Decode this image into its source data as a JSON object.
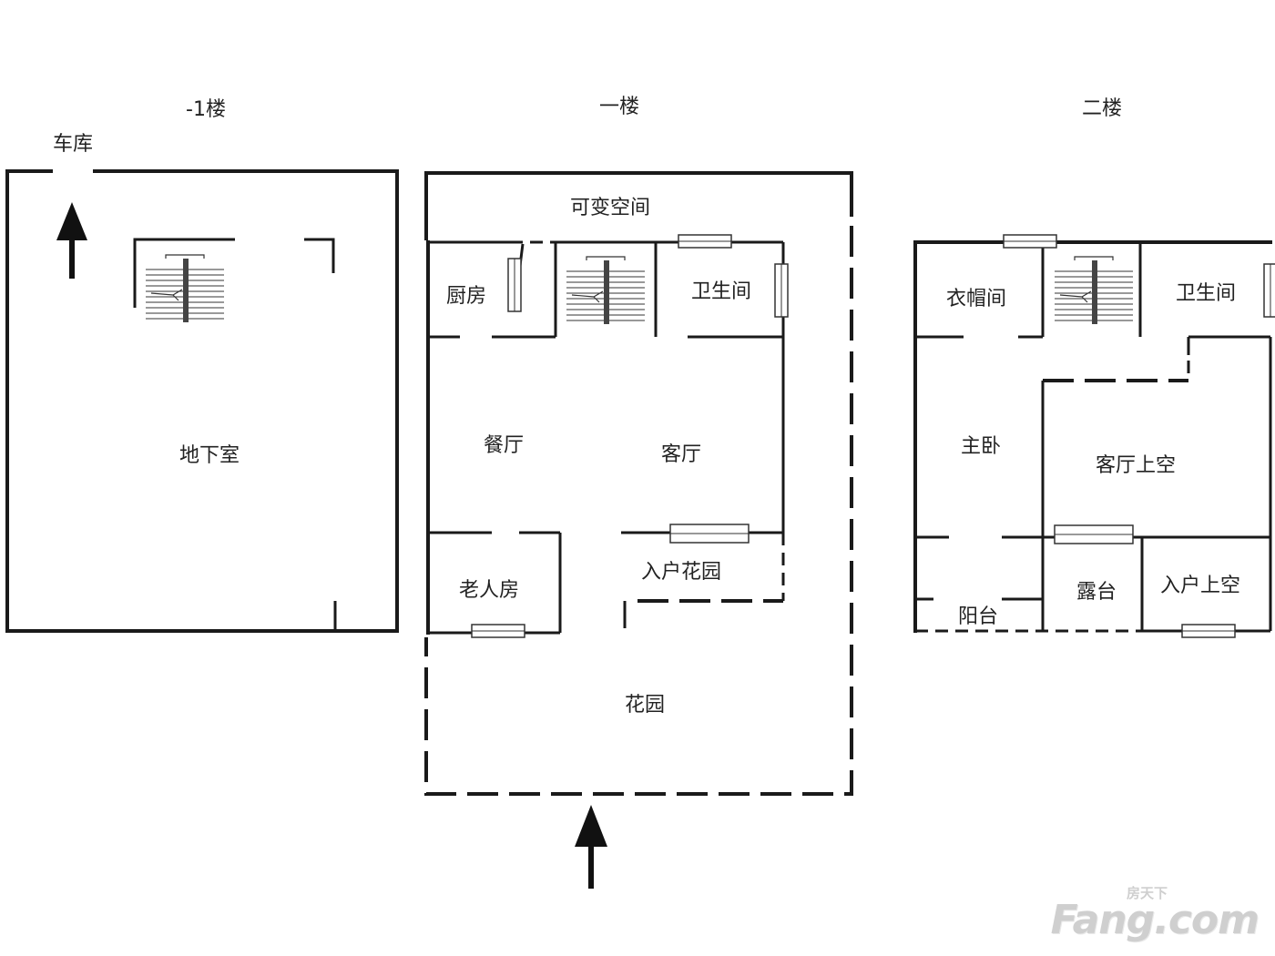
{
  "floors": {
    "basement": {
      "title": "-1楼",
      "rooms": {
        "garage": "车库",
        "basement_room": "地下室"
      }
    },
    "first": {
      "title": "一楼",
      "rooms": {
        "flex_space": "可变空间",
        "kitchen": "厨房",
        "bathroom": "卫生间",
        "dining": "餐厅",
        "living": "客厅",
        "elder_room": "老人房",
        "entry_garden": "入户花园",
        "garden": "花园"
      }
    },
    "second": {
      "title": "二楼",
      "rooms": {
        "cloakroom": "衣帽间",
        "bathroom": "卫生间",
        "master_bedroom": "主卧",
        "living_void": "客厅上空",
        "balcony": "阳台",
        "terrace": "露台",
        "entry_void": "入户上空"
      }
    }
  },
  "watermark": {
    "logo": "Fang.com",
    "small": "房天下"
  }
}
